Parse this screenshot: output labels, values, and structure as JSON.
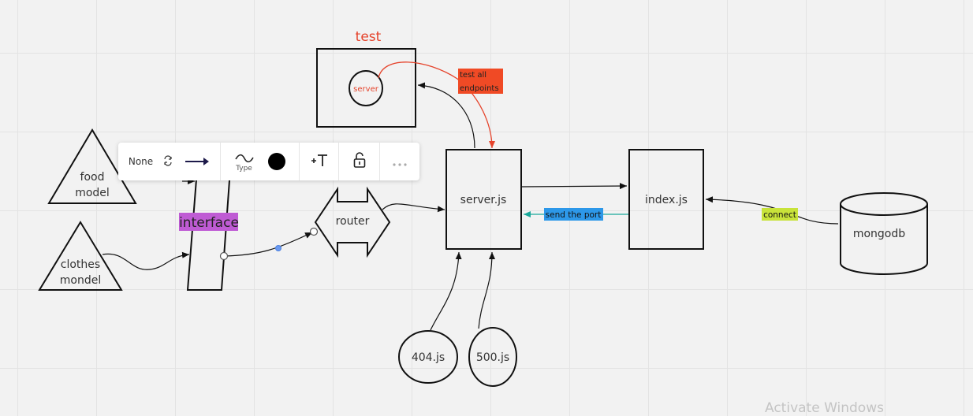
{
  "diagram": {
    "test_frame_title": "test",
    "server_circle": "server",
    "test_label": [
      "test all",
      "endpoints"
    ],
    "server_js": "server.js",
    "index_js": "index.js",
    "mongodb": "mongodb",
    "send_port_label": "send the port",
    "connect_label": "connect",
    "router": "router",
    "interface_label": "interface",
    "food_model": [
      "food",
      "model"
    ],
    "clothes_model": [
      "clothes",
      "mondel"
    ],
    "error_404": "404.js",
    "error_500": "500.js"
  },
  "toolbar": {
    "none_label": "None",
    "type_label": "Type",
    "icons": [
      "swap-icon",
      "arrow-right-icon",
      "wave-icon",
      "color-dot",
      "add-text-icon",
      "unlock-icon",
      "more-icon"
    ]
  },
  "watermark": "Activate Windows",
  "colors": {
    "test_red": "#e5432b",
    "label_red": "#f04a25",
    "interface_purple": "#bf5bd4",
    "send_port_blue": "#2d98e9",
    "connect_green": "#c8e33a",
    "teal_arrow": "#1aa89a"
  }
}
